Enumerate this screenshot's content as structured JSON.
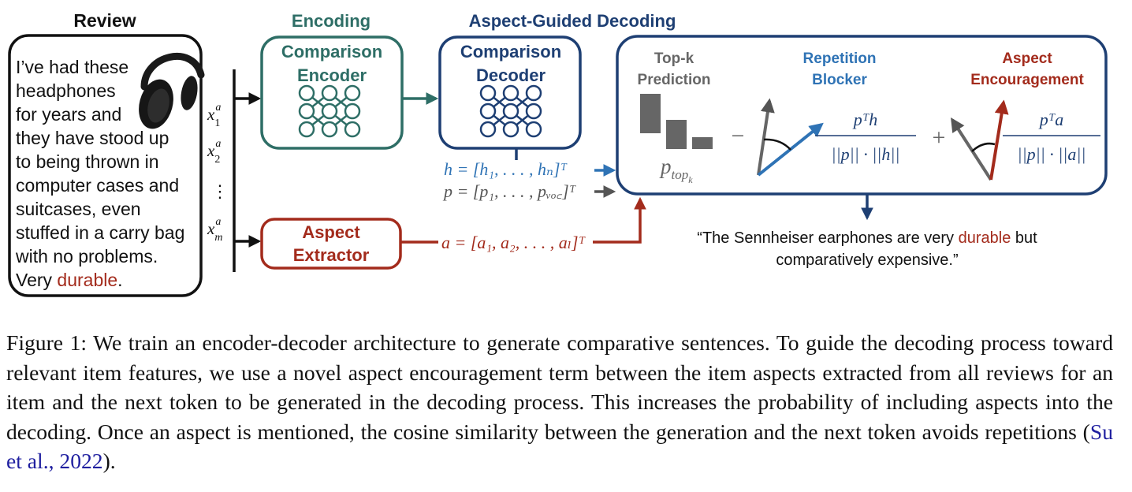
{
  "review": {
    "heading": "Review",
    "lines": [
      "I’ve had these",
      "headphones",
      "for years and",
      "they have stood up",
      "to being thrown in",
      "computer cases and",
      "suitcases, even",
      "stuffed in a carry bag",
      "with no problems."
    ],
    "last_line_prefix": "Very ",
    "highlight_word": "durable",
    "last_line_suffix": "."
  },
  "aspect_tokens": {
    "x1": "x",
    "x1_sup": "a",
    "x1_sub": "1",
    "x2": "x",
    "x2_sup": "a",
    "x2_sub": "2",
    "dots": "⋮",
    "xm": "x",
    "xm_sup": "a",
    "xm_sub": "m"
  },
  "encoding": {
    "section_title": "Encoding",
    "box_line1": "Comparison",
    "box_line2": "Encoder"
  },
  "decoding": {
    "section_title": "Aspect-Guided Decoding",
    "box_line1": "Comparison",
    "box_line2": "Decoder"
  },
  "extractor": {
    "line1": "Aspect",
    "line2": "Extractor"
  },
  "vectors": {
    "h": "h = [h₁, . . . , hₙ]ᵀ",
    "p": "p = [p₁, . . . , pᵥₒ꜀]ᵀ",
    "a": "a = [a₁, a₂, . . . , aₗ]ᵀ"
  },
  "scoring": {
    "topk_line1": "Top-k",
    "topk_line2": "Prediction",
    "ptopk": "p",
    "ptopk_sub": "top",
    "ptopk_subsub": "k",
    "minus": "−",
    "plus": "+",
    "repetition_line1": "Repetition",
    "repetition_line2": "Blocker",
    "aspect_line1": "Aspect",
    "aspect_line2": "Encouragement",
    "rep_num": "pᵀh",
    "rep_den": "||p|| · ||h||",
    "asp_num": "pᵀa",
    "asp_den": "||p|| · ||a||"
  },
  "output_sentence": {
    "line1_prefix": "“The Sennheiser earphones are very ",
    "highlight_word": "durable",
    "line1_suffix": " but",
    "line2": "comparatively expensive.”"
  },
  "caption": {
    "text": "Figure 1: We train an encoder-decoder architecture to generate comparative sentences. To guide the decoding process toward relevant item features, we use a novel aspect encouragement term between the item aspects extracted from all reviews for an item and the next token to be generated in the decoding process. This increases the probability of including aspects into the decoding. Once an aspect is mentioned, the cosine similarity between the generation and the next token avoids repetitions (",
    "citation": "Su et al., 2022",
    "suffix": ")."
  },
  "colors": {
    "teal": "#2e6e66",
    "navy": "#1e3f73",
    "blue": "#2f73b5",
    "red": "#a32b1c",
    "gray": "#666666",
    "black": "#111111"
  }
}
